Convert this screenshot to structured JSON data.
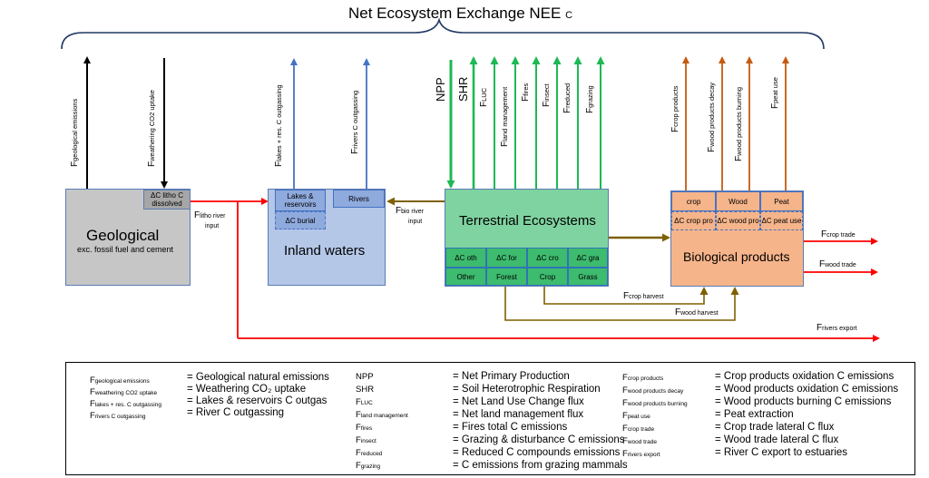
{
  "title": "Net Ecosystem Exchange NEE",
  "title_sub": "C",
  "colors": {
    "geo_fill": "#c6c6c6",
    "inland_fill": "#b4c7e7",
    "terr_fill": "#7fd3a0",
    "terr_cell": "#3dbb6e",
    "bio_fill": "#f6b48a",
    "green_arrow": "#1db954",
    "blue_arrow": "#4472c4",
    "orange_arrow": "#c55a11",
    "red_arrow": "#ff0000",
    "olive_arrow": "#7f6000"
  },
  "boxes": {
    "geological": {
      "title": "Geological",
      "subtitle": "exc. fossil fuel and cement",
      "cell": "ΔC litho C dissolved"
    },
    "inland": {
      "title": "Inland waters",
      "lakes": "Lakes & reservoirs",
      "rivers": "Rivers",
      "burial": "ΔC burial"
    },
    "terrestrial": {
      "title": "Terrestrial Ecosystems",
      "top_cells": [
        "ΔC oth",
        "ΔC for",
        "ΔC cro",
        "ΔC gra"
      ],
      "bottom_cells": [
        "Other",
        "Forest",
        "Crop",
        "Grass"
      ]
    },
    "bio": {
      "title": "Biological products",
      "top_cells": [
        "crop",
        "Wood",
        "Peat"
      ],
      "delta_cells": [
        "ΔC crop pro",
        "ΔC wood pro",
        "ΔC peat use"
      ]
    }
  },
  "vertical_fluxes": {
    "geo_emis": {
      "main": "F",
      "sub": "geological emissions"
    },
    "weathering": {
      "main": "F",
      "sub": "weathering CO2 uptake"
    },
    "lakes_out": {
      "main": "F",
      "sub": "lakes + res. C outgassing"
    },
    "rivers_out": {
      "main": "F",
      "sub": "rivers C outgassing"
    },
    "npp": {
      "main": "NPP",
      "sub": ""
    },
    "shr": {
      "main": "SHR",
      "sub": ""
    },
    "luc": {
      "main": "F",
      "sub": "LUC"
    },
    "landman": {
      "main": "F",
      "sub": "land management"
    },
    "fires": {
      "main": "F",
      "sub": "fires"
    },
    "insect": {
      "main": "F",
      "sub": "insect"
    },
    "reduced": {
      "main": "F",
      "sub": "reduced"
    },
    "grazing": {
      "main": "F",
      "sub": "grazing"
    },
    "crop_prod": {
      "main": "F",
      "sub": "crop products"
    },
    "wood_decay": {
      "main": "F",
      "sub": "wood products decay"
    },
    "wood_burn": {
      "main": "F",
      "sub": "wood products burning"
    },
    "peat": {
      "main": "F",
      "sub": "peat use"
    }
  },
  "horizontal_fluxes": {
    "litho_river": {
      "main": "F",
      "sub": "litho river",
      "line2": "input"
    },
    "bio_river": {
      "main": "F",
      "sub": "bio river",
      "line2": "input"
    },
    "crop_trade": {
      "main": "F",
      "sub": "crop trade"
    },
    "wood_trade": {
      "main": "F",
      "sub": "wood trade"
    },
    "crop_harvest": {
      "main": "F",
      "sub": "crop harvest"
    },
    "wood_harvest": {
      "main": "F",
      "sub": "wood harvest"
    },
    "rivers_export": {
      "main": "F",
      "sub": "rivers export"
    }
  },
  "legend": {
    "col1": [
      {
        "main": "F",
        "sub": "geological emissions"
      },
      {
        "main": "F",
        "sub": "weathering CO2 uptake"
      },
      {
        "main": "F",
        "sub": "lakes + res. C outgassing"
      },
      {
        "main": "F",
        "sub": "rivers C outgassing"
      }
    ],
    "col1_defs": [
      "= Geological natural emissions",
      "= Weathering CO₂ uptake",
      "= Lakes & reservoirs C outgas",
      "= River C outgassing"
    ],
    "col2": [
      {
        "main": "NPP",
        "sub": ""
      },
      {
        "main": "SHR",
        "sub": ""
      },
      {
        "main": "F",
        "sub": "LUC"
      },
      {
        "main": "F",
        "sub": "land management"
      },
      {
        "main": "F",
        "sub": "fires"
      },
      {
        "main": "F",
        "sub": "insect"
      },
      {
        "main": "F",
        "sub": "reduced"
      },
      {
        "main": "F",
        "sub": "grazing"
      }
    ],
    "col2_defs": [
      "= Net Primary Production",
      "= Soil Heterotrophic Respiration",
      "= Net Land Use Change  flux",
      "= Net land management  flux",
      "= Fires total C emissions",
      "= Grazing & disturbance C emissions",
      "= Reduced C compounds emissions",
      "= C emissions from grazing mammals"
    ],
    "col3": [
      {
        "main": "F",
        "sub": "crop products"
      },
      {
        "main": "F",
        "sub": "wood products decay"
      },
      {
        "main": "F",
        "sub": "wood products burning"
      },
      {
        "main": "F",
        "sub": "peat use"
      },
      {
        "main": "F",
        "sub": "crop trade"
      },
      {
        "main": "F",
        "sub": "wood trade"
      },
      {
        "main": "F",
        "sub": "rivers export"
      }
    ],
    "col3_defs": [
      "= Crop products oxidation C emissions",
      "= Wood products oxidation C emissions",
      "= Wood products burning C emissions",
      "= Peat extraction",
      "= Crop trade lateral C flux",
      "= Wood trade lateral C flux",
      "= River C export to estuaries"
    ]
  }
}
